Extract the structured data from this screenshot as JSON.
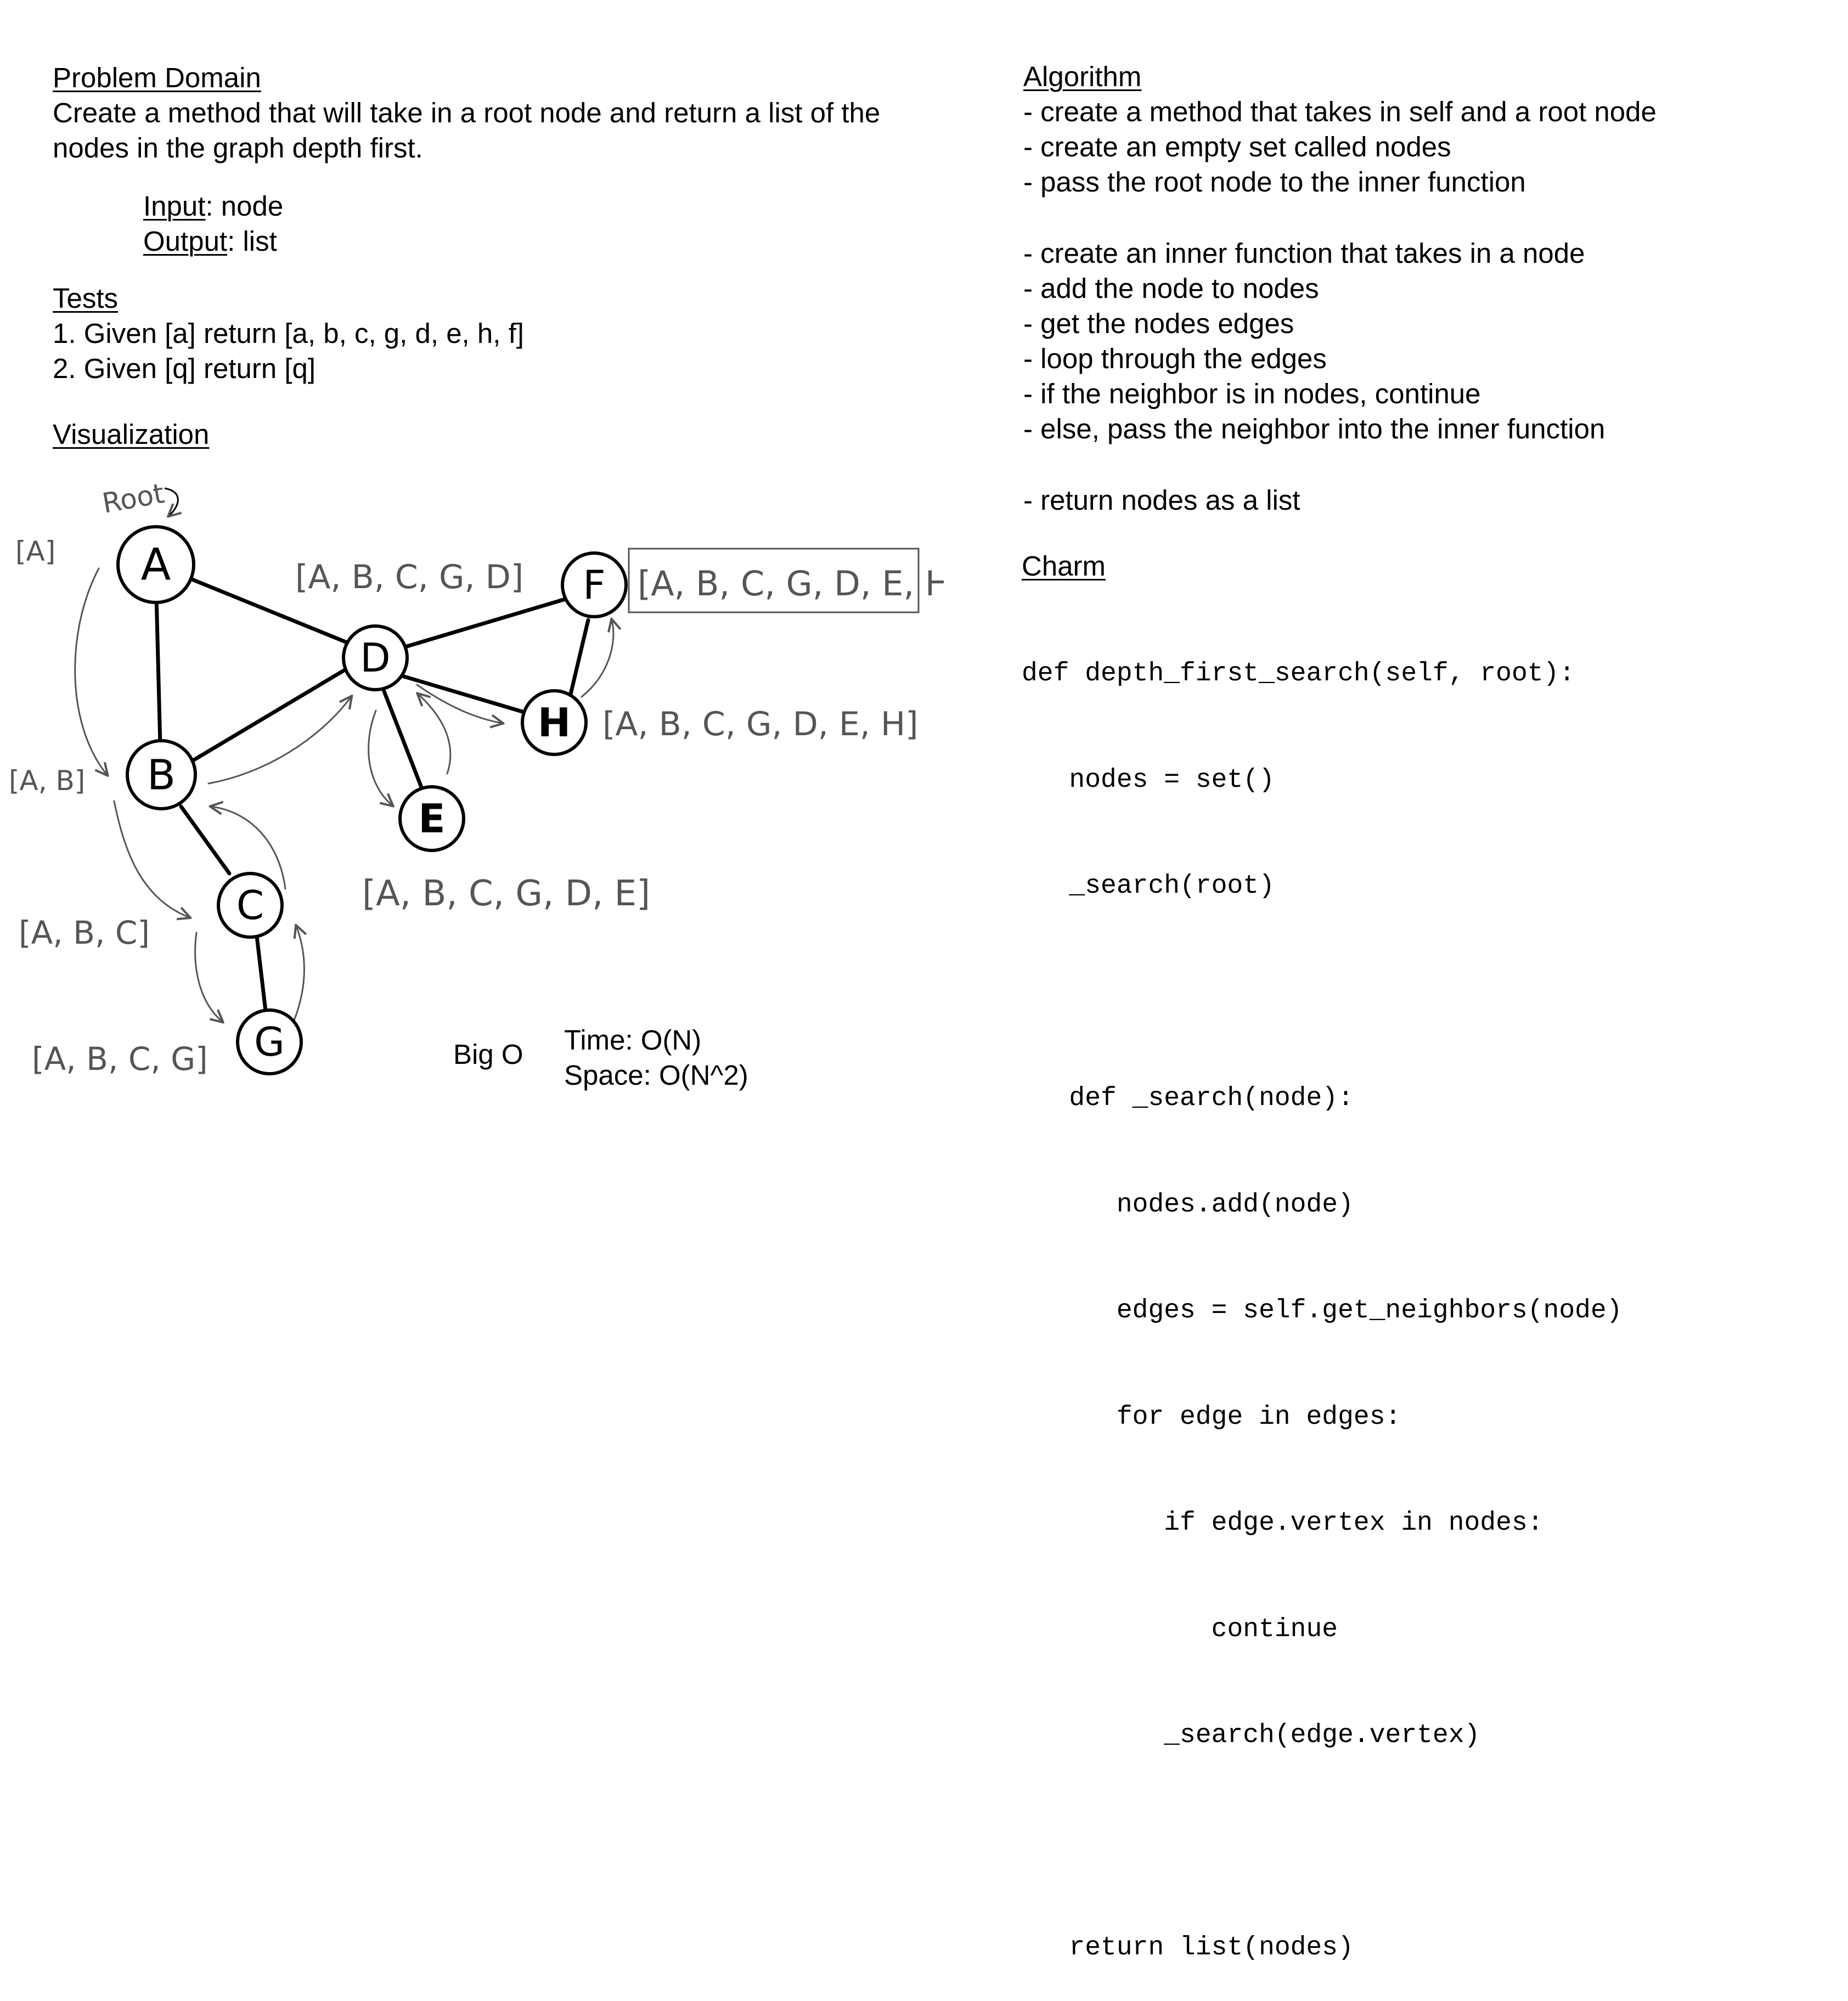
{
  "problem_domain": {
    "heading": "Problem Domain",
    "lines": [
      "Create a method that will take in a root node and return a list of the",
      "nodes in the graph depth first."
    ],
    "input_label": "Input",
    "input_value": ": node",
    "output_label": "Output",
    "output_value": ": list"
  },
  "tests": {
    "heading": "Tests",
    "items": [
      "1. Given [a] return [a, b, c, g, d, e, h, f]",
      "2. Given [q] return [q]"
    ]
  },
  "visualization": {
    "heading": "Visualization",
    "root_label": "Root",
    "nodes": [
      "A",
      "B",
      "C",
      "G",
      "D",
      "E",
      "H",
      "F"
    ],
    "annotations": {
      "a": "[A]",
      "b": "[A, B]",
      "c": "[A, B, C]",
      "g": "[A, B, C, G]",
      "d": "[A, B, C, G, D]",
      "e": "[A, B, C, G, D, E]",
      "h": "[A, B, C, G, D, E, H]",
      "f": "[A, B, C, G, D, E, H, F]"
    }
  },
  "big_o": {
    "label": "Big O",
    "time": "Time: O(N)",
    "space": "Space: O(N^2)"
  },
  "algorithm": {
    "heading": "Algorithm",
    "group1": [
      "- create a method that takes in self and a root node",
      "- create an empty set called nodes",
      "- pass the root node to the inner function"
    ],
    "group2": [
      "- create an inner function that takes in a node",
      "- add the node to nodes",
      "- get the nodes edges",
      "- loop through the edges",
      "- if the neighbor is in nodes, continue",
      "- else, pass the neighbor into the inner function"
    ],
    "group3": [
      "- return nodes as a list"
    ]
  },
  "charm": {
    "heading": "Charm",
    "code": [
      "def depth_first_search(self, root):",
      "   nodes = set()",
      "   _search(root)",
      "",
      "   def _search(node):",
      "      nodes.add(node)",
      "      edges = self.get_neighbors(node)",
      "      for edge in edges:",
      "         if edge.vertex in nodes:",
      "            continue",
      "         _search(edge.vertex)",
      "",
      "   return list(nodes)"
    ]
  }
}
